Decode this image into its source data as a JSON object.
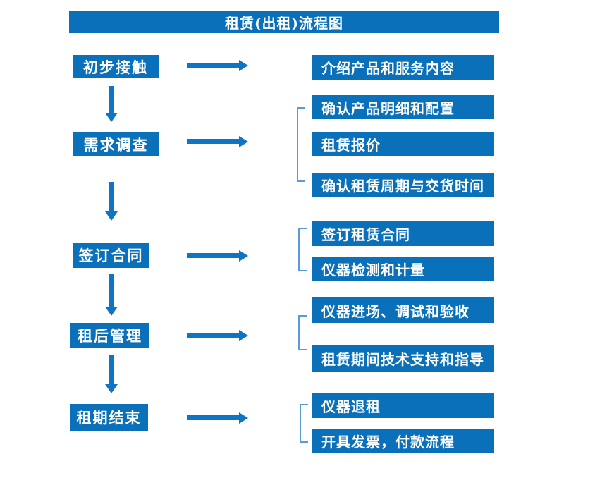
{
  "title": "租赁(出租)流程图",
  "colors": {
    "box": "#0a70b9",
    "arrow": "#0e74c4",
    "bracket": "#5b9bd5",
    "text": "#ffffff"
  },
  "steps": [
    {
      "label": "初步接触",
      "details": [
        "介绍产品和服务内容"
      ]
    },
    {
      "label": "需求调查",
      "details": [
        "确认产品明细和配置",
        "租赁报价",
        "确认租赁周期与交货时间"
      ]
    },
    {
      "label": "签订合同",
      "details": [
        "签订租赁合同",
        "仪器检测和计量"
      ]
    },
    {
      "label": "租后管理",
      "details": [
        "仪器进场、调试和验收",
        "租赁期间技术支持和指导"
      ]
    },
    {
      "label": "租期结束",
      "details": [
        "仪器退租",
        "开具发票，付款流程"
      ]
    }
  ]
}
